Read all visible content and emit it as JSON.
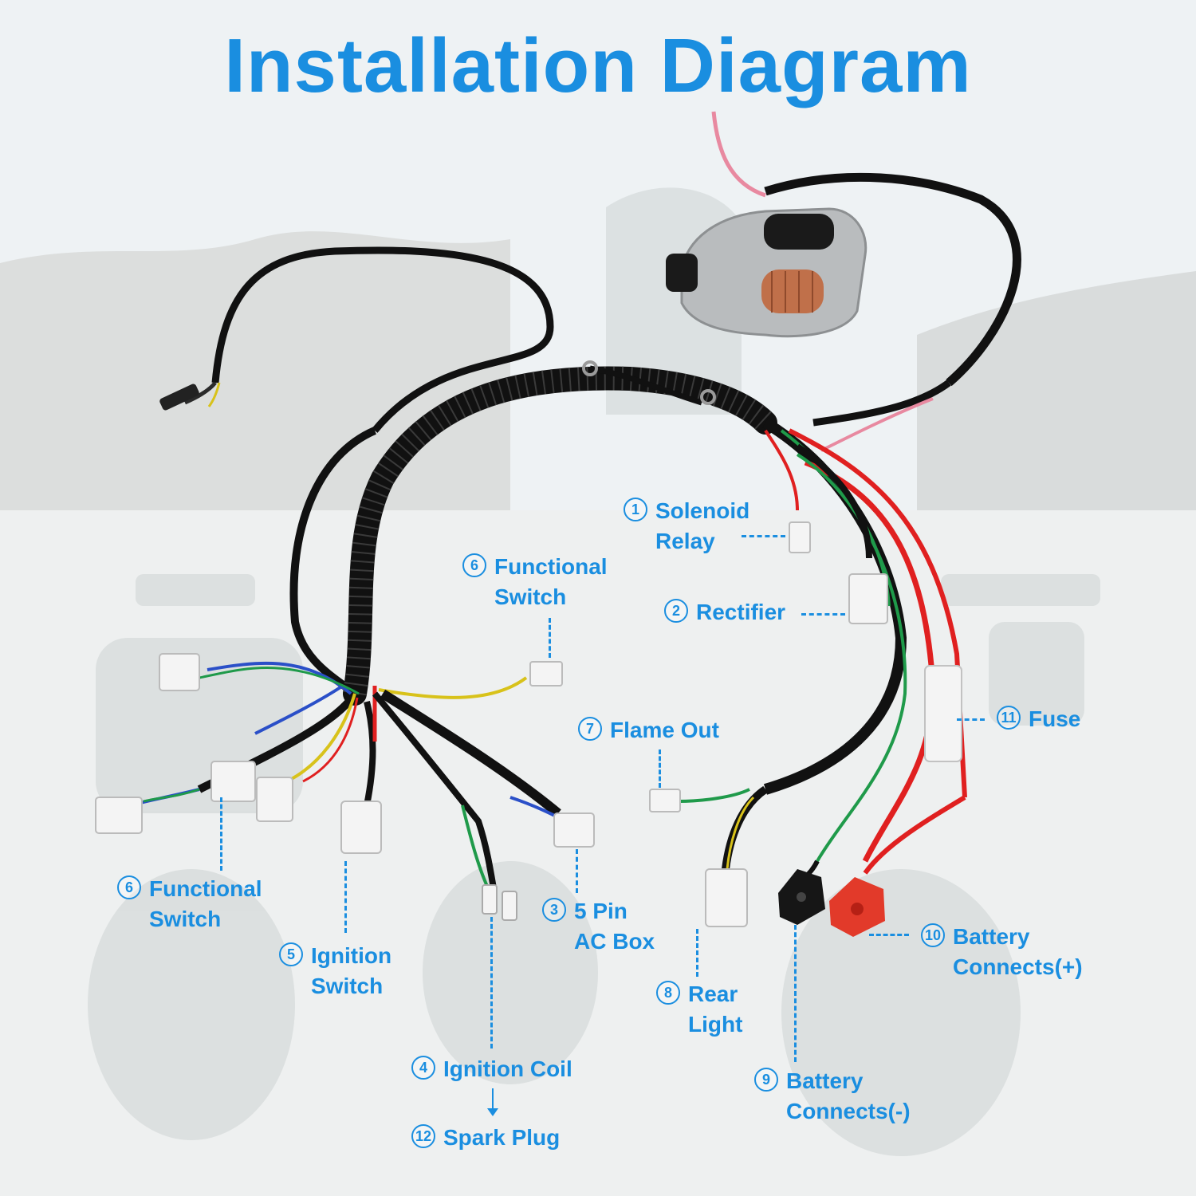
{
  "title": "Installation Diagram",
  "colors": {
    "accent": "#1a8ee0",
    "harness": "#111111",
    "wire_red": "#e02020",
    "wire_green": "#1f9a4a",
    "wire_blue": "#2a4fc8",
    "wire_yellow": "#e2c21a",
    "connector": "#f4f4f4",
    "terminal_red": "#e23a2a"
  },
  "callouts": [
    {
      "id": "solenoid-relay",
      "num": "1",
      "lines": [
        "Solenoid",
        "Relay"
      ]
    },
    {
      "id": "rectifier",
      "num": "2",
      "lines": [
        "Rectifier"
      ]
    },
    {
      "id": "5-pin-ac-box",
      "num": "3",
      "lines": [
        "5 Pin",
        "AC Box"
      ]
    },
    {
      "id": "ignition-coil",
      "num": "4",
      "lines": [
        "Ignition Coil"
      ]
    },
    {
      "id": "ignition-switch",
      "num": "5",
      "lines": [
        "Ignition",
        "Switch"
      ]
    },
    {
      "id": "functional-switch-top",
      "num": "6",
      "lines": [
        "Functional",
        "Switch"
      ]
    },
    {
      "id": "functional-switch-left",
      "num": "6",
      "lines": [
        "Functional",
        "Switch"
      ]
    },
    {
      "id": "flame-out",
      "num": "7",
      "lines": [
        "Flame Out"
      ]
    },
    {
      "id": "rear-light",
      "num": "8",
      "lines": [
        "Rear",
        "Light"
      ]
    },
    {
      "id": "battery-connects-neg",
      "num": "9",
      "lines": [
        "Battery",
        "Connects(-)"
      ]
    },
    {
      "id": "battery-connects-pos",
      "num": "10",
      "lines": [
        "Battery",
        "Connects(+)"
      ]
    },
    {
      "id": "fuse",
      "num": "11",
      "lines": [
        "Fuse"
      ]
    },
    {
      "id": "spark-plug",
      "num": "12",
      "lines": [
        "Spark Plug"
      ]
    }
  ]
}
